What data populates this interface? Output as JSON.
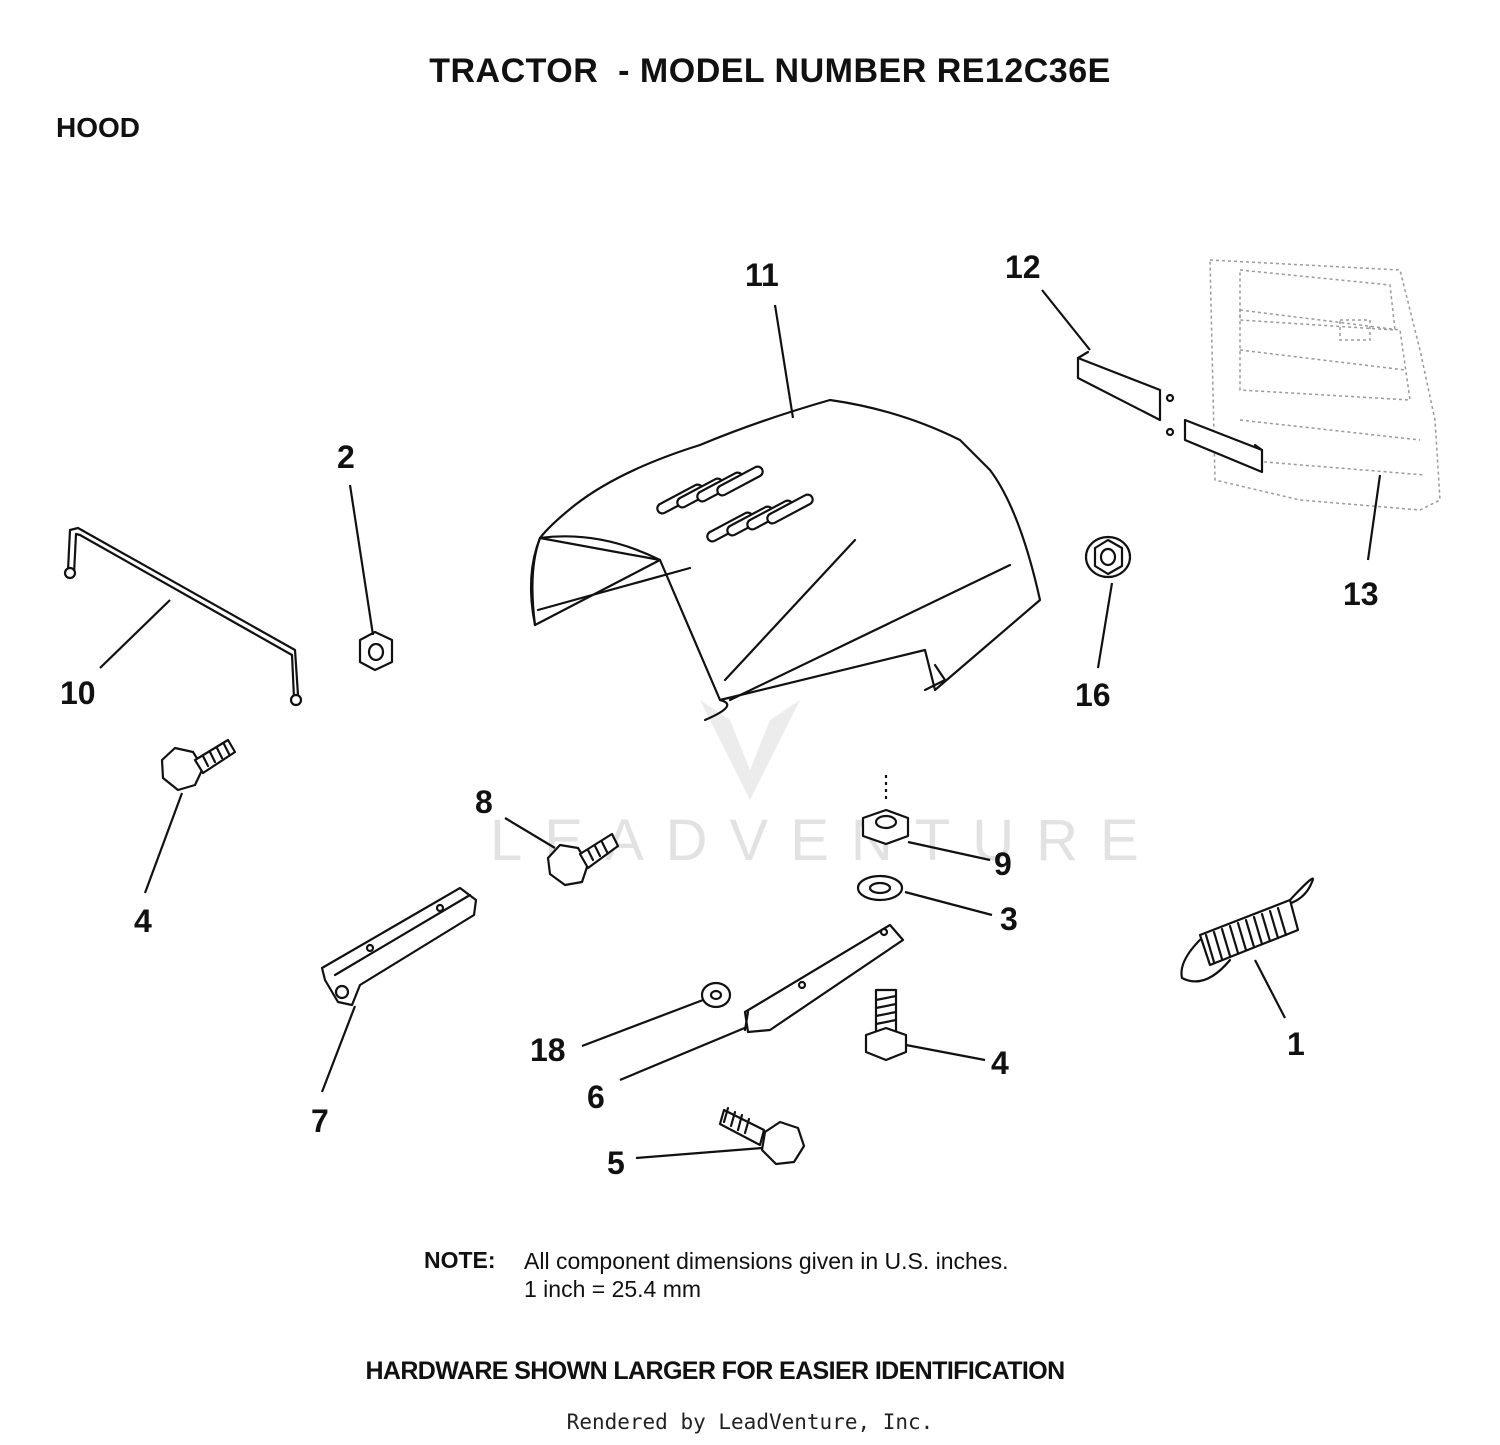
{
  "header": {
    "title": "TRACTOR  - MODEL NUMBER RE12C36E",
    "section": "HOOD"
  },
  "watermark": "LEADVENTURE",
  "callouts": {
    "c1": "1",
    "c2": "2",
    "c3": "3",
    "c4a": "4",
    "c4b": "4",
    "c5": "5",
    "c6": "6",
    "c7": "7",
    "c8": "8",
    "c9": "9",
    "c10": "10",
    "c11": "11",
    "c12": "12",
    "c13": "13",
    "c16": "16",
    "c18": "18"
  },
  "note": {
    "label": "NOTE:",
    "line1": "All component dimensions given in U.S. inches.",
    "line2": "1 inch = 25.4 mm"
  },
  "footer": {
    "hardware": "HARDWARE SHOWN LARGER FOR EASIER IDENTIFICATION",
    "rendered": "Rendered by LeadVenture, Inc."
  }
}
